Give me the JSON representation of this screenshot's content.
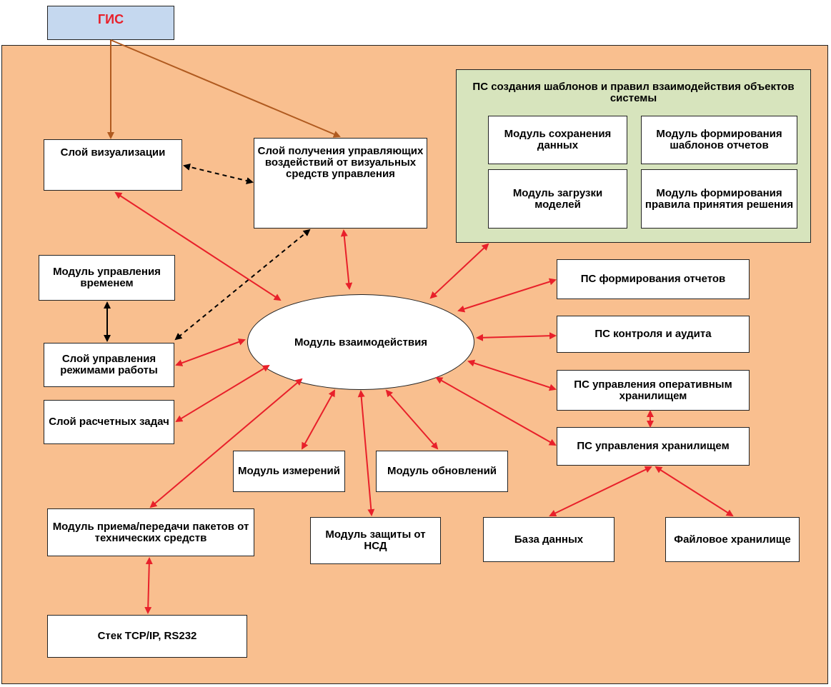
{
  "colors": {
    "panel": "#f9bf8f",
    "group": "#d7e4bd",
    "gis_fill": "#c5d8ef",
    "gis_text": "#e8202a",
    "arrow_red": "#e8202a",
    "arrow_brown": "#b05a1f",
    "arrow_black": "#000000"
  },
  "gis": {
    "label": "ГИС"
  },
  "ps_templates": {
    "title": "ПС создания шаблонов и правил взаимодействия объектов системы",
    "save_module": "Модуль сохранения данных",
    "report_templates_module": "Модуль формирования шаблонов отчетов",
    "model_loading_module": "Модуль загрузки моделей",
    "decision_rules_module": "Модуль формирования правила принятия решения"
  },
  "visualization_layer": "Слой визуализации",
  "control_input_layer": "Слой получения управляющих воздействий от визуальных средств управления",
  "time_module": "Модуль управления временем",
  "modes_layer": "Слой управления режимами работы",
  "calc_layer": "Слой расчетных задач",
  "interaction_module": "Модуль взаимодействия",
  "ps_reports": "ПС формирования отчетов",
  "ps_audit": "ПС контроля и аудита",
  "ps_operative_storage": "ПС управления оперативным хранилищем",
  "ps_storage": "ПС управления хранилищем",
  "measurements_module": "Модуль измерений",
  "updates_module": "Модуль обновлений",
  "packet_module": "Модуль приема/передачи пакетов от технических средств",
  "nsd_module": "Модуль защиты от НСД",
  "database": "База данных",
  "file_storage": "Файловое хранилище",
  "tcp_stack": "Стек TCP/IP, RS232"
}
